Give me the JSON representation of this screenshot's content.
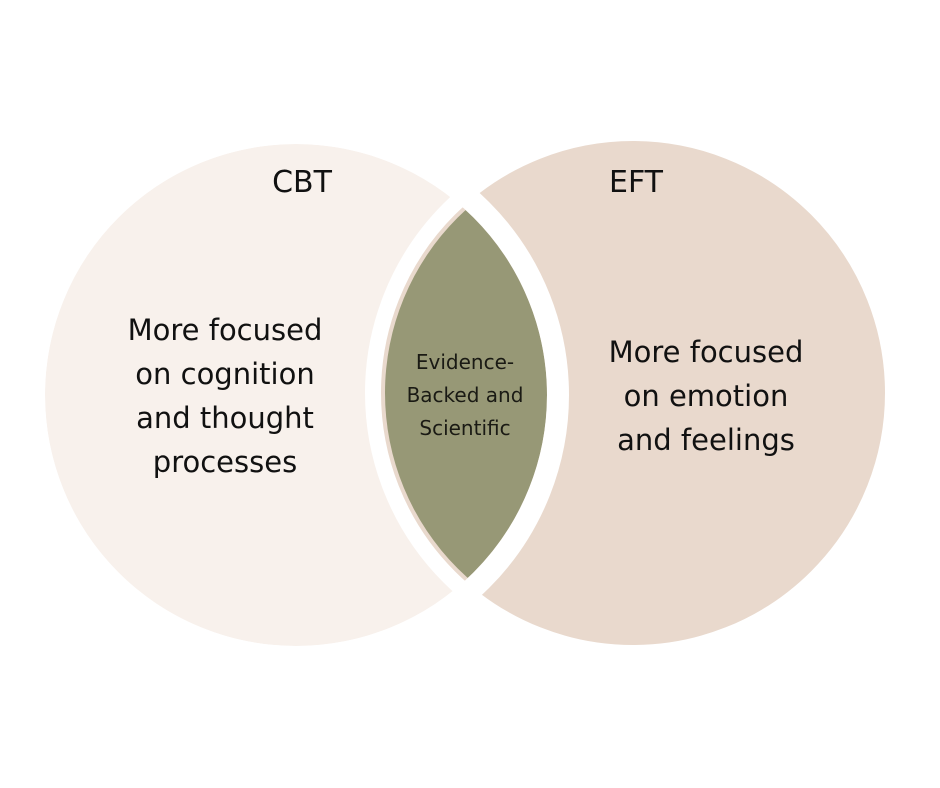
{
  "diagram": {
    "left_set": {
      "title": "CBT",
      "description_lines": [
        "More focused",
        "on cognition",
        "and thought",
        "processes"
      ]
    },
    "right_set": {
      "title": "EFT",
      "description_lines": [
        "More focused",
        "on emotion",
        "and feelings"
      ]
    },
    "overlap": {
      "description_lines": [
        "Evidence-",
        "Backed and",
        "Scientific"
      ]
    }
  },
  "colors": {
    "left_fill": "#f8f1ec",
    "right_fill": "#e9d9cd",
    "overlap_fill": "#979876",
    "outline": "#ffffff",
    "text": "#111111"
  }
}
